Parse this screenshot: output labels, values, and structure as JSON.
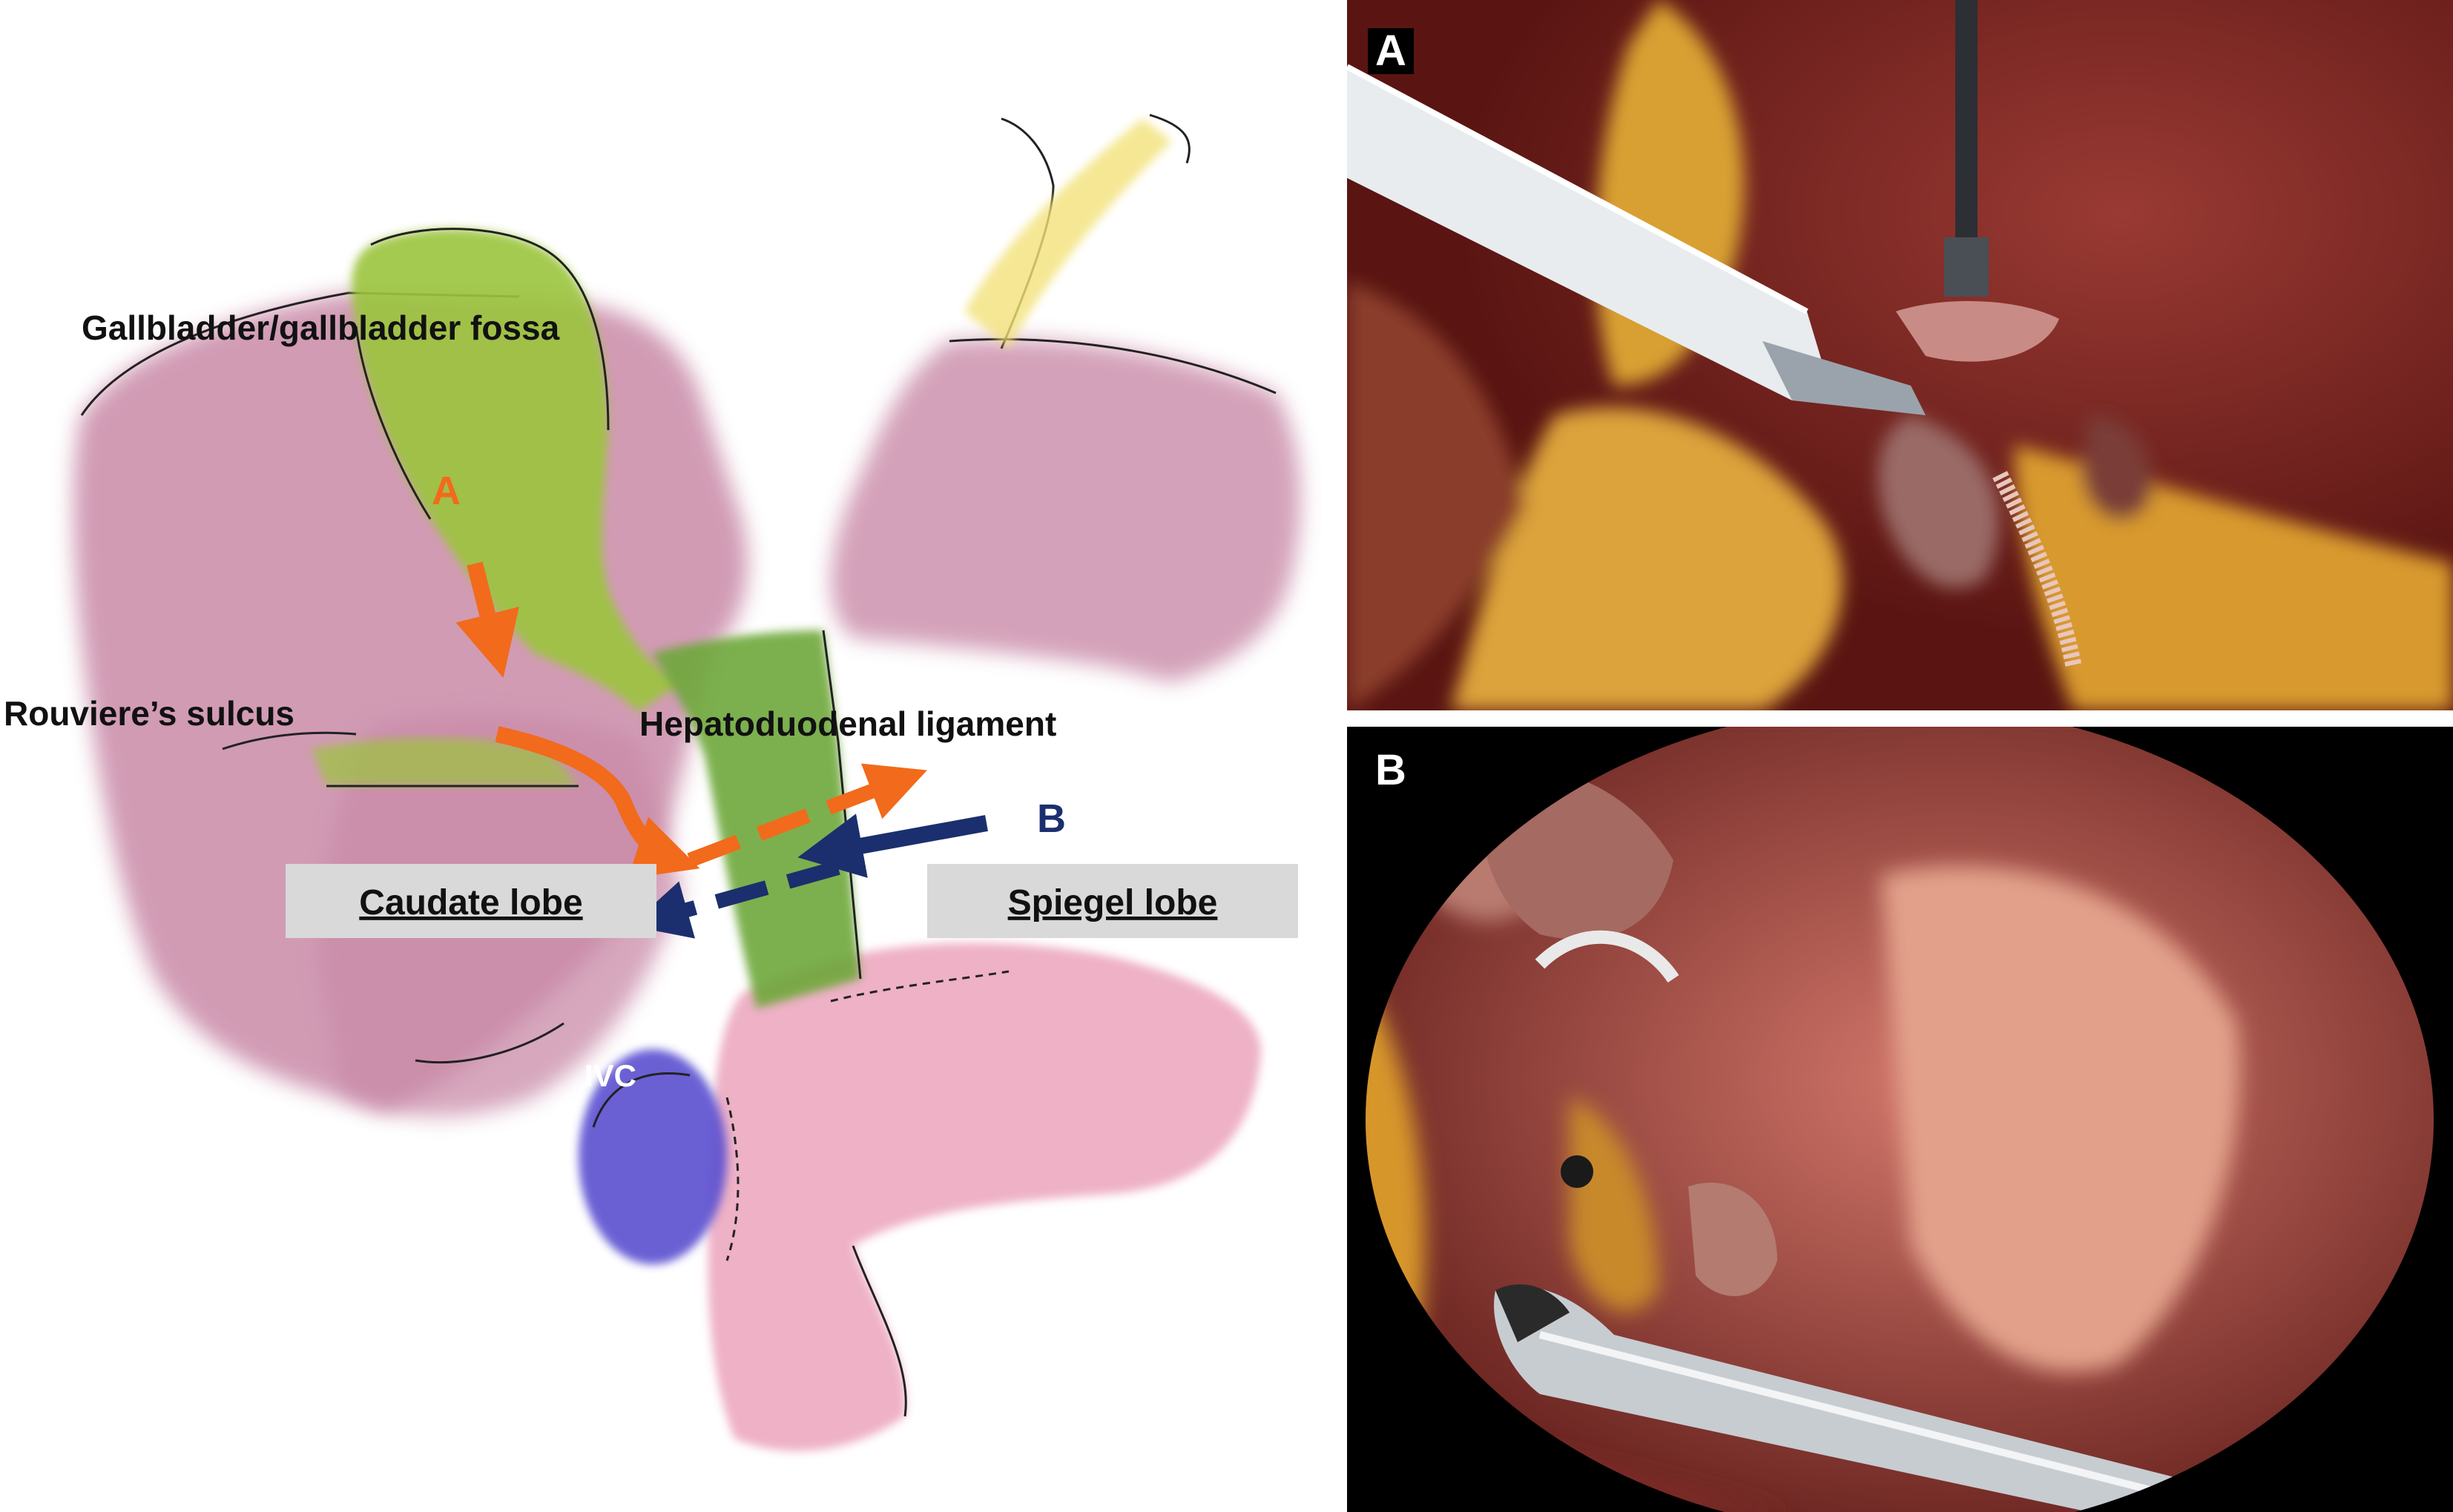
{
  "illustration": {
    "labels": {
      "gallbladder": "Gallbladder/gallbladder fossa",
      "rouviere": "Rouviere’s sulcus",
      "hepatoduodenal": "Hepatoduodenal ligament",
      "caudate": "Caudate lobe",
      "spiegel": "Spiegel lobe",
      "ivc": "IVC"
    },
    "approaches": {
      "a": {
        "letter": "A",
        "color": "#f26a1b"
      },
      "b": {
        "letter": "B",
        "color": "#1b2f6e"
      }
    },
    "colors": {
      "liver": "#c98aa8",
      "gallbladder": "#9bc53d",
      "ligament": "#6ea83a",
      "pancreas": "#eeadc4",
      "ivc": "#5a4fd0",
      "label_box": "#d9d9d9"
    }
  },
  "photos": {
    "a": {
      "letter": "A"
    },
    "b": {
      "letter": "B"
    }
  }
}
